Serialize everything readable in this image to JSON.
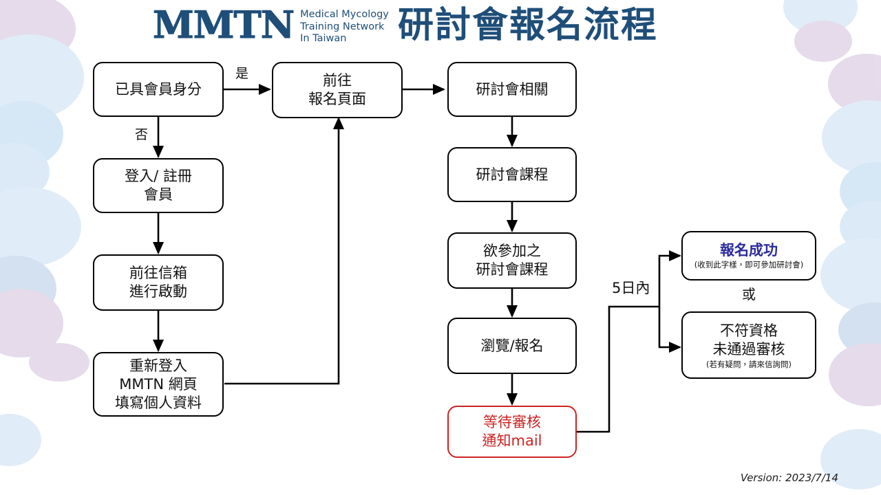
{
  "header": {
    "logo_mark": "MMTN",
    "logo_tagline": "Medical Mycology\nTraining Network\nIn Taiwan",
    "title": "研討會報名流程",
    "brand_color": "#1f4e79"
  },
  "flow": {
    "nodes": [
      {
        "id": "member-check",
        "lines": [
          "已具會員身分"
        ]
      },
      {
        "id": "login-register",
        "lines": [
          "登入/ 註冊",
          "會員"
        ]
      },
      {
        "id": "activate-mail",
        "lines": [
          "前往信箱",
          "進行啟動"
        ]
      },
      {
        "id": "relogin-fill",
        "lines": [
          "重新登入",
          "MMTN 網頁",
          "填寫個人資料"
        ]
      },
      {
        "id": "go-signup-page",
        "lines": [
          "前往",
          "報名頁面"
        ]
      },
      {
        "id": "seminar-info",
        "lines": [
          "研討會相關"
        ]
      },
      {
        "id": "seminar-course",
        "lines": [
          "研討會課程"
        ]
      },
      {
        "id": "choose-course",
        "lines": [
          "欲參加之",
          "研討會課程"
        ]
      },
      {
        "id": "browse-signup",
        "lines": [
          "瀏覽/報名"
        ]
      },
      {
        "id": "await-review",
        "lines": [
          "等待審核",
          "通知mail"
        ],
        "color": "#cc2222"
      }
    ],
    "results": {
      "success": {
        "title": "報名成功",
        "subtitle": "(收到此字樣，即可參加研討會)",
        "title_color": "#2a2a9c"
      },
      "or_label": "或",
      "rejected": {
        "title_lines": [
          "不符資格",
          "未通過審核"
        ],
        "subtitle": "(若有疑問，請來信詢問)"
      }
    },
    "edge_labels": {
      "yes": "是",
      "no": "否",
      "within_5_days": "5日內"
    }
  },
  "footer": {
    "version": "Version: 2023/7/14"
  },
  "decor": {
    "blue": "#d6e6f5",
    "purple": "#ddd0e4"
  }
}
